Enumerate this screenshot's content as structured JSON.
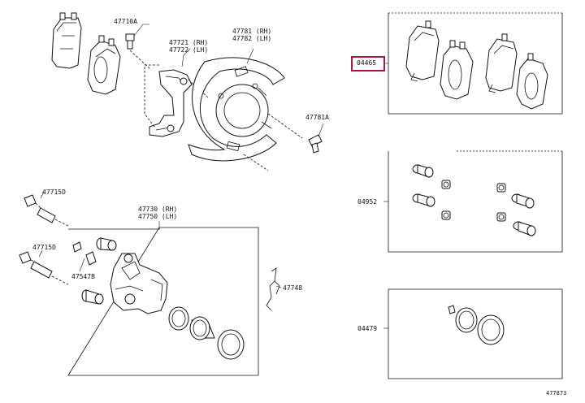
{
  "labels": {
    "p47710A": "47710A",
    "p47721": "47721 (RH)",
    "p47722": "47722 (LH)",
    "p47781": "47781 (RH)",
    "p47782": "47782 (LH)",
    "p47781A": "47781A",
    "p47715D_a": "47715D",
    "p47730": "47730 (RH)",
    "p47750": "47750 (LH)",
    "p47715D_b": "47715D",
    "p47547B": "47547B",
    "p47748": "47748",
    "p04465": "04465",
    "p04952": "04952",
    "p04479": "04479",
    "figure_code": "477873"
  },
  "highlight_color": "#b0153a"
}
